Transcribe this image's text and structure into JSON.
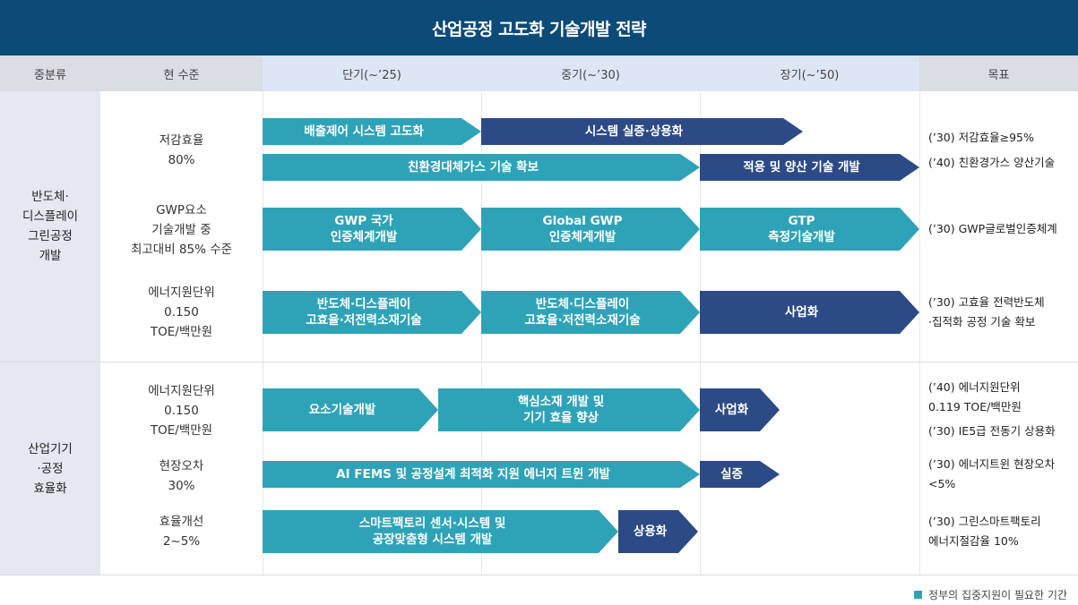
{
  "title": "산업공정 고도화 기술개발 전략",
  "headers": {
    "category": "중분류",
    "level": "현 수준",
    "short": "단기(~’25)",
    "mid": "중기(~’30)",
    "long": "장기(~’50)",
    "goal": "목표"
  },
  "categories": [
    "반도체·\n디스플레이\n그린공정\n개발",
    "산업기기\n·공정\n효율화"
  ],
  "levels": [
    "저감효율\n80%",
    "GWP요소\n기술개발 중\n최고대비 85% 수준",
    "에너지원단위\n0.150\nTOE/백만원",
    "에너지원단위\n0.150\nTOE/백만원",
    "현장오차\n30%",
    "효율개선\n2~5%"
  ],
  "goals": [
    "(’30) 저감효율≥95%",
    "(’40) 친환경가스 양산기술",
    "(’30) GWP글로벌인증체계",
    "(’30) 고효율 전력반도체\n·집적화 공정 기술 확보",
    "(’40) 에너지원단위\n0.119 TOE/백만원",
    "(’30) IE5급 전동기 상용화",
    "(’30) 에너지트윈 현장오차\n<5%",
    "(’30) 그린스마트팩토리\n에너지절감율 10%"
  ],
  "arrows": [
    "배출제어 시스템 고도화",
    "시스템 실증·상용화",
    "친환경대체가스 기술 확보",
    "적용 및 양산 기술 개발",
    "GWP 국가\n인증체계개발",
    "Global GWP\n인증체계개발",
    "GTP\n측정기술개발",
    "반도체·디스플레이\n고효율·저전력소재기술",
    "반도체·디스플레이\n고효율·저전력소재기술",
    "사업화",
    "요소기술개발",
    "핵심소재 개발 및\n기기 효율 향상",
    "사업화",
    "AI FEMS 및 공정설계 최적화 지원 에너지 트윈 개발",
    "실증",
    "스마트팩토리 센서·시스템 및\n공장맞춤형 시스템 개발",
    "상용화"
  ],
  "legend": "정부의 집중지원이 필요한 기간",
  "colors": {
    "title_bg": "#0c4a78",
    "teal": "#2ea3b8",
    "navy": "#2c4a86"
  }
}
